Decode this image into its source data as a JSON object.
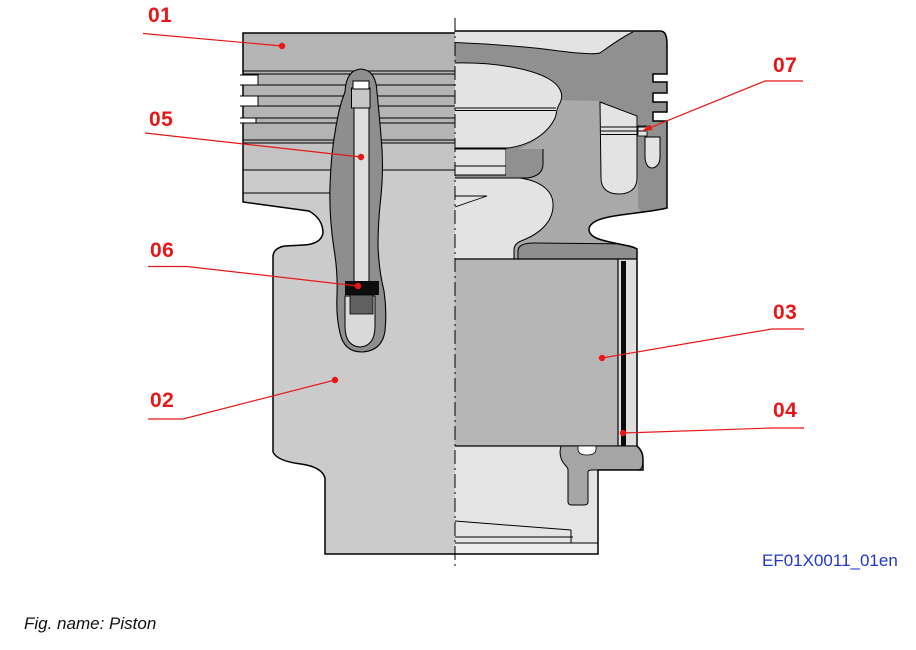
{
  "figure": {
    "code": "EF01X0011_01en",
    "caption": "Fig. name: Piston"
  },
  "callouts": {
    "c01": "01",
    "c02": "02",
    "c03": "03",
    "c04": "04",
    "c05": "05",
    "c06": "06",
    "c07": "07"
  },
  "colors": {
    "callout_red": "#e81717",
    "figure_code_blue": "#2236cc",
    "caption_black": "#111111",
    "left_body_gray": "#cbcbcb",
    "left_crown_gray": "#b4b4b4",
    "left_midband_gray": "#c3c3c3",
    "dome_dark_gray": "#8e8e8e",
    "rod_light_gray": "#dedede",
    "rod_upper_gray": "#c6c6c6",
    "pin_retainer_black": "#0d0d0d",
    "plug_dark_gray": "#606060",
    "right_body_dark_gray": "#909090",
    "right_mid_gray": "#a9a9a9",
    "pocket_light_gray": "#e3e3e3",
    "pin_gray": "#b6b6b6",
    "circlip_black": "#0a0a0a",
    "outline_black": "#000000"
  }
}
